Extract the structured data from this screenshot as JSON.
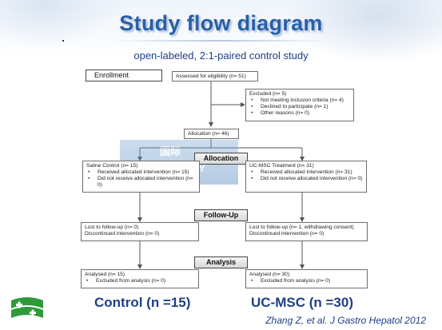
{
  "slide": {
    "title": "Study flow diagram",
    "subtitle": "open-labeled, 2:1-paired control study",
    "citation": "Zhang Z, et al. J Gastro Hepatol 2012",
    "watermark": {
      "cjk": "国际",
      "text": "OLOGY"
    },
    "colors": {
      "title": "#2a5fa8",
      "text_blue": "#1f3f85",
      "logo_green": "#2e9a3a"
    }
  },
  "diagram": {
    "stages": {
      "enrollment": "Enrollment",
      "allocation": "Allocation",
      "follow_up": "Follow-Up",
      "analysis": "Analysis"
    },
    "eligibility": "Assessed for eligibility (n= 51)",
    "excluded": {
      "header": "Excluded (n= 5)",
      "items": [
        "Not meeting inclusion criteria (n= 4)",
        "Declined to participate (n= 1)",
        "Other reasons (n= 0)"
      ]
    },
    "allocation_total": "Allocation (n= 46)",
    "control_alloc": {
      "header": "Saline Control (n= 15)",
      "items": [
        "Received allocated intervention (n= 15)",
        "Did not receive allocated intervention (n= 0)"
      ]
    },
    "treatment_alloc": {
      "header": "UC-MSC Treatment (n= 31)",
      "items": [
        "Received allocated intervention (n= 31)",
        "Did not receive allocated intervention (n= 0)"
      ]
    },
    "control_followup": [
      "Lost to follow-up (n= 0)",
      "Discontinued intervention (n= 0)"
    ],
    "treatment_followup": [
      "Lost to follow-up (n= 1, withdrawing consent)",
      "Discontinued intervention (n= 0)"
    ],
    "control_analysis": {
      "header": "Analysed (n= 15)",
      "item": "Excluded from analysis (n= 0)"
    },
    "treatment_analysis": {
      "header": "Analysed (n= 30)",
      "item": "Excluded from analysis (n= 0)"
    }
  },
  "groups": {
    "control": "Control (n =15)",
    "treatment": "UC-MSC (n =30)"
  }
}
